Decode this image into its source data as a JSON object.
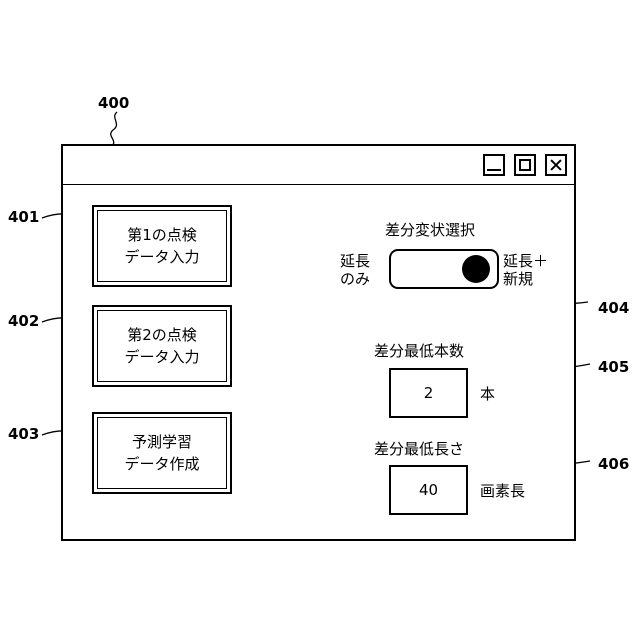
{
  "refs": {
    "window": "400",
    "first": "401",
    "second": "402",
    "predict": "403",
    "toggle": "404",
    "min_count": "405",
    "min_length": "406"
  },
  "window": {
    "minimize_icon": "minimize-icon",
    "maximize_icon": "maximize-icon",
    "close_icon": "close-icon"
  },
  "buttons": {
    "first_input": {
      "line1": "第1の点検",
      "line2": "データ入力"
    },
    "second_input": {
      "line1": "第2の点検",
      "line2": "データ入力"
    },
    "prediction": {
      "line1": "予測学習",
      "line2": "データ作成"
    }
  },
  "diff_shape": {
    "title": "差分変状選択",
    "left_line1": "延長",
    "left_line2": "のみ",
    "right_line1": "延長＋",
    "right_line2": "新規",
    "selected": "延長＋新規"
  },
  "min_count": {
    "label": "差分最低本数",
    "value": "2",
    "unit": "本"
  },
  "min_length": {
    "label": "差分最低長さ",
    "value": "40",
    "unit": "画素長"
  }
}
